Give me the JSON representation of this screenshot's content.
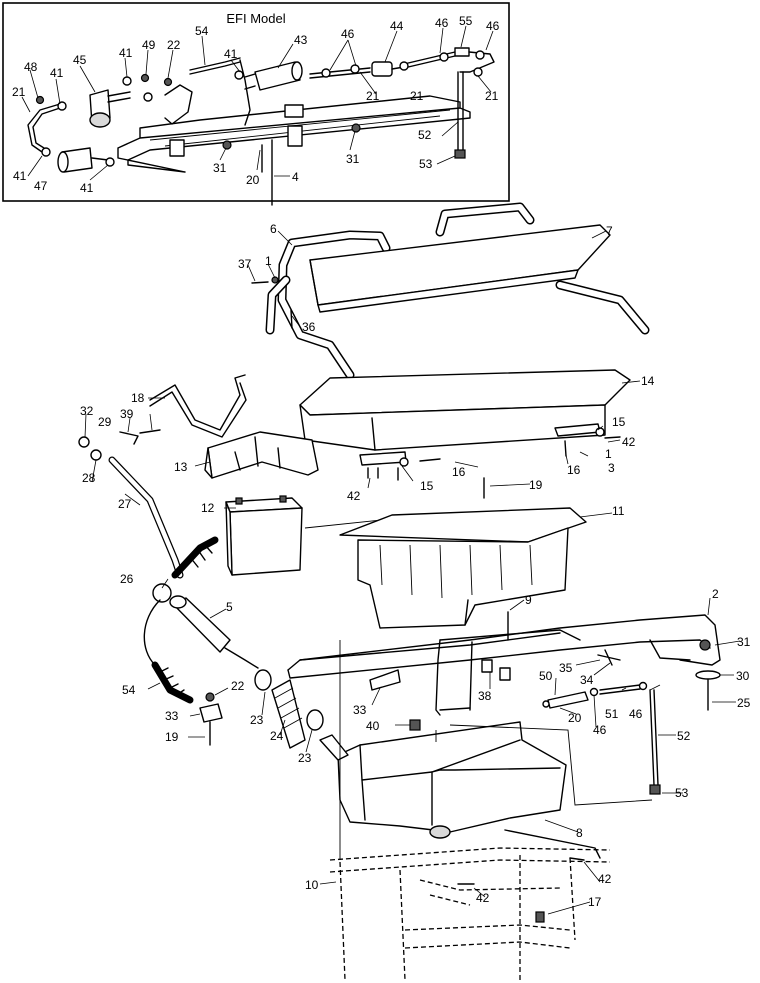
{
  "inset": {
    "title": "EFI Model"
  },
  "labels": [
    {
      "id": "i48",
      "text": "48"
    },
    {
      "id": "i41a",
      "text": "41"
    },
    {
      "id": "i45",
      "text": "45"
    },
    {
      "id": "i41b",
      "text": "41"
    },
    {
      "id": "i49",
      "text": "49"
    },
    {
      "id": "i22",
      "text": "22"
    },
    {
      "id": "i54",
      "text": "54"
    },
    {
      "id": "i41c",
      "text": "41"
    },
    {
      "id": "i43",
      "text": "43"
    },
    {
      "id": "i46a",
      "text": "46"
    },
    {
      "id": "i44",
      "text": "44"
    },
    {
      "id": "i46b",
      "text": "46"
    },
    {
      "id": "i55",
      "text": "55"
    },
    {
      "id": "i46c",
      "text": "46"
    },
    {
      "id": "i21a",
      "text": "21"
    },
    {
      "id": "i21b",
      "text": "21"
    },
    {
      "id": "i21c",
      "text": "21"
    },
    {
      "id": "i21d",
      "text": "21"
    },
    {
      "id": "i52",
      "text": "52"
    },
    {
      "id": "i53",
      "text": "53"
    },
    {
      "id": "i31a",
      "text": "31"
    },
    {
      "id": "i31b",
      "text": "31"
    },
    {
      "id": "i20",
      "text": "20"
    },
    {
      "id": "i4",
      "text": "4"
    },
    {
      "id": "i41d",
      "text": "41"
    },
    {
      "id": "i47",
      "text": "47"
    },
    {
      "id": "i41e",
      "text": "41"
    },
    {
      "id": "m6",
      "text": "6"
    },
    {
      "id": "m7",
      "text": "7"
    },
    {
      "id": "m37",
      "text": "37"
    },
    {
      "id": "m1a",
      "text": "1"
    },
    {
      "id": "m36",
      "text": "36"
    },
    {
      "id": "m14",
      "text": "14"
    },
    {
      "id": "m18",
      "text": "18"
    },
    {
      "id": "m32",
      "text": "32"
    },
    {
      "id": "m29",
      "text": "29"
    },
    {
      "id": "m39",
      "text": "39"
    },
    {
      "id": "m13",
      "text": "13"
    },
    {
      "id": "m28",
      "text": "28"
    },
    {
      "id": "m15a",
      "text": "15"
    },
    {
      "id": "m42a",
      "text": "42"
    },
    {
      "id": "m1b",
      "text": "1"
    },
    {
      "id": "m16a",
      "text": "16"
    },
    {
      "id": "m3",
      "text": "3"
    },
    {
      "id": "m16b",
      "text": "16"
    },
    {
      "id": "m42b",
      "text": "42"
    },
    {
      "id": "m15b",
      "text": "15"
    },
    {
      "id": "m19a",
      "text": "19"
    },
    {
      "id": "m27",
      "text": "27"
    },
    {
      "id": "m12",
      "text": "12"
    },
    {
      "id": "m11",
      "text": "11"
    },
    {
      "id": "m26",
      "text": "26"
    },
    {
      "id": "m5",
      "text": "5"
    },
    {
      "id": "m9",
      "text": "9"
    },
    {
      "id": "m2",
      "text": "2"
    },
    {
      "id": "m31",
      "text": "31"
    },
    {
      "id": "m30",
      "text": "30"
    },
    {
      "id": "m25",
      "text": "25"
    },
    {
      "id": "m35",
      "text": "35"
    },
    {
      "id": "m34",
      "text": "34"
    },
    {
      "id": "m50",
      "text": "50"
    },
    {
      "id": "m38",
      "text": "38"
    },
    {
      "id": "m51",
      "text": "51"
    },
    {
      "id": "m46a",
      "text": "46"
    },
    {
      "id": "m46b",
      "text": "46"
    },
    {
      "id": "m20",
      "text": "20"
    },
    {
      "id": "m52",
      "text": "52"
    },
    {
      "id": "m54",
      "text": "54"
    },
    {
      "id": "m22",
      "text": "22"
    },
    {
      "id": "m33a",
      "text": "33"
    },
    {
      "id": "m33b",
      "text": "33"
    },
    {
      "id": "m19b",
      "text": "19"
    },
    {
      "id": "m23a",
      "text": "23"
    },
    {
      "id": "m24",
      "text": "24"
    },
    {
      "id": "m23b",
      "text": "23"
    },
    {
      "id": "m40",
      "text": "40"
    },
    {
      "id": "m53",
      "text": "53"
    },
    {
      "id": "m8",
      "text": "8"
    },
    {
      "id": "m10",
      "text": "10"
    },
    {
      "id": "m42c",
      "text": "42"
    },
    {
      "id": "m42d",
      "text": "42"
    },
    {
      "id": "m17",
      "text": "17"
    }
  ]
}
